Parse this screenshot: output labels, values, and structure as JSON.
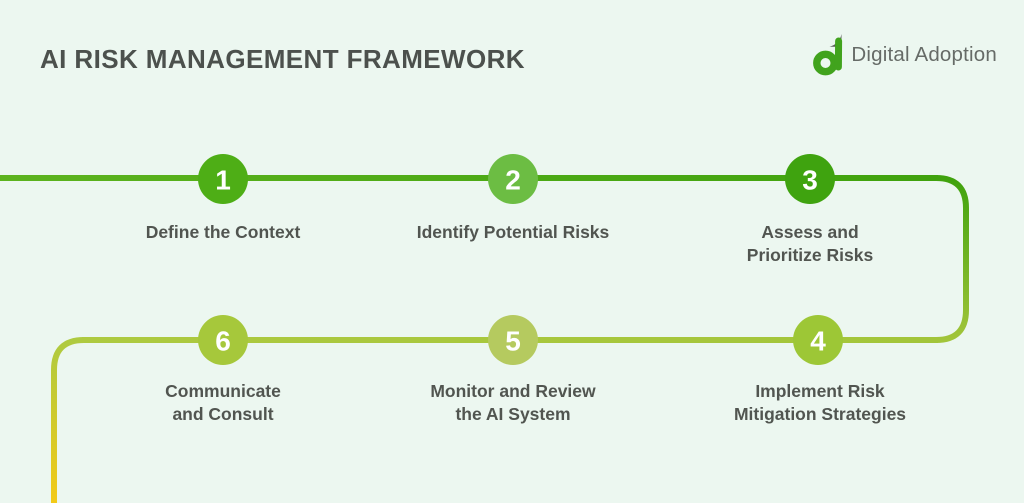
{
  "header": {
    "title": "AI RISK MANAGEMENT FRAMEWORK",
    "logo": {
      "text": "Digital Adoption"
    }
  },
  "colors": {
    "background": "#ecf7f0",
    "title_text": "#4c514d",
    "label_text": "#515550",
    "logo_text": "#666b67",
    "logo_green": "#41a31d",
    "logo_leaf_gray": "#5a5e5a",
    "line_green_light": "#5cb31e",
    "line_green": "#3fa20d",
    "line_lime": "#a2c53a",
    "line_lime_light": "#aeca40",
    "line_gold": "#f3ca18",
    "number_text": "#ffffff"
  },
  "steps": [
    {
      "number": "1",
      "label": "Define the Context",
      "color": "#4eae16"
    },
    {
      "number": "2",
      "label": "Identify Potential Risks",
      "color": "#6cbd43"
    },
    {
      "number": "3",
      "label": "Assess and\nPrioritize Risks",
      "color": "#3fa30f"
    },
    {
      "number": "4",
      "label": "Implement Risk\nMitigation Strategies",
      "color": "#9dc736"
    },
    {
      "number": "5",
      "label": "Monitor and Review\nthe AI System",
      "color": "#b5ca5f"
    },
    {
      "number": "6",
      "label": "Communicate\nand Consult",
      "color": "#a6c83b"
    }
  ]
}
